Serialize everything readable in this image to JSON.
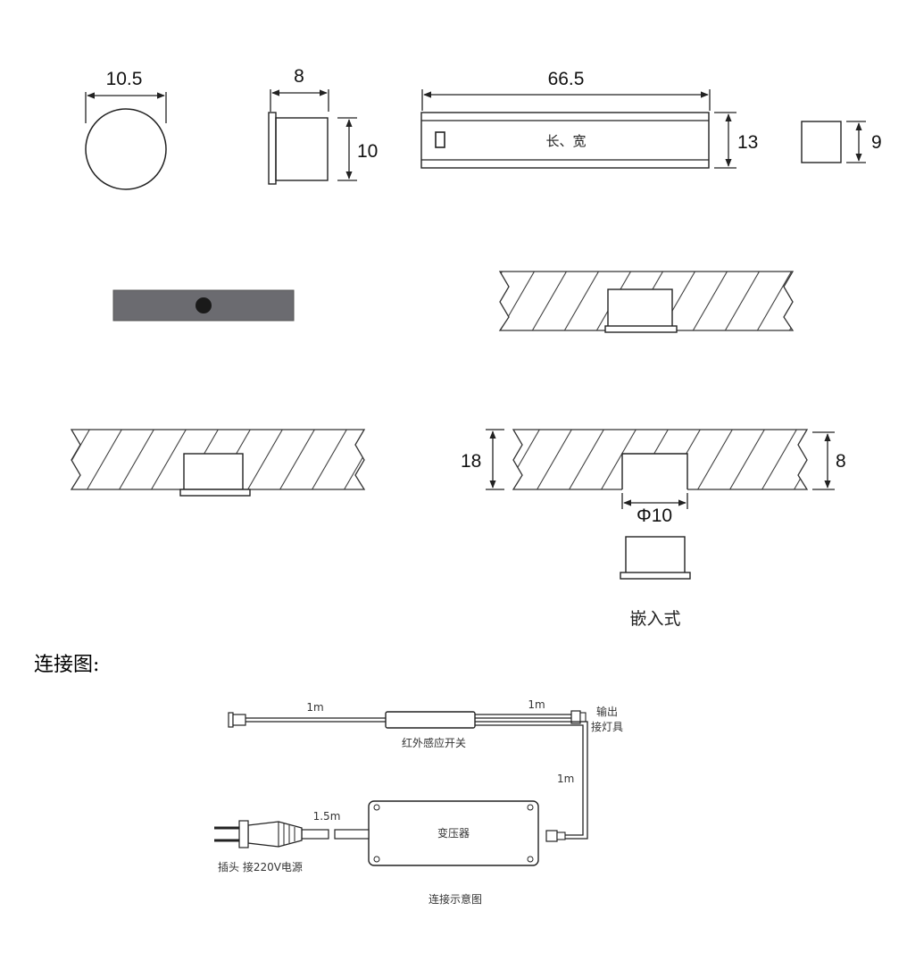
{
  "top_dims": {
    "round_diameter": "10.5",
    "side_depth": "8",
    "side_height": "10",
    "bar_length": "66.5",
    "bar_label": "长、宽",
    "bar_height": "13",
    "square_size": "9"
  },
  "install": {
    "board_thickness": "18",
    "hole_depth": "8",
    "hole_diameter": "Φ10",
    "caption": "嵌入式"
  },
  "connection": {
    "heading": "连接图:",
    "len_left": "1m",
    "len_right": "1m",
    "len_vertical": "1m",
    "len_plug": "1.5m",
    "switch_label": "红外感应开关",
    "output_label_1": "输出",
    "output_label_2": "接灯具",
    "transformer_label": "变压器",
    "plug_label": "插头 接220V电源",
    "caption": "连接示意图"
  },
  "colors": {
    "line": "#222222",
    "panel_gray": "#6b6b70",
    "sensor_dot": "#1a1a1a"
  }
}
